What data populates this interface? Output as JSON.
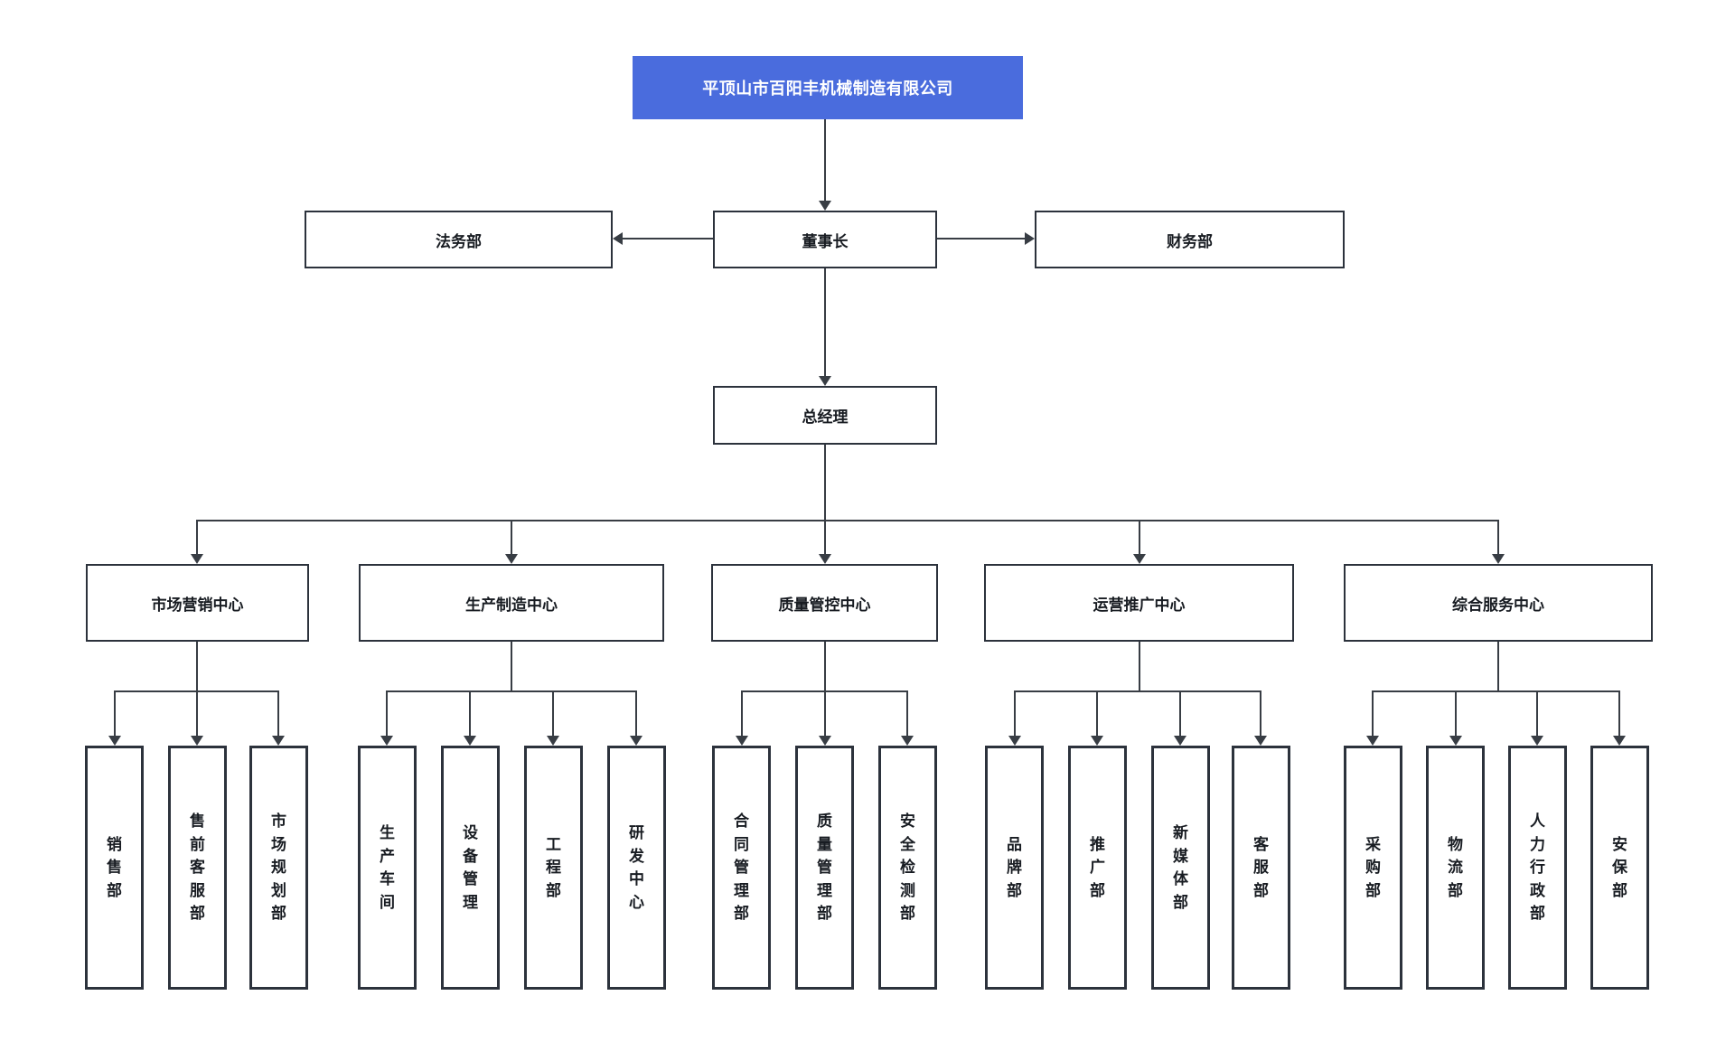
{
  "org": {
    "root": {
      "label": "平顶山市百阳丰机械制造有限公司"
    },
    "level2": {
      "left": "法务部",
      "center": "董事长",
      "right": "财务部"
    },
    "level3": {
      "label": "总经理"
    },
    "centers": [
      {
        "label": "市场营销中心",
        "departments": [
          "销售部",
          "售前客服部",
          "市场规划部"
        ]
      },
      {
        "label": "生产制造中心",
        "departments": [
          "生产车间",
          "设备管理",
          "工程部",
          "研发中心"
        ]
      },
      {
        "label": "质量管控中心",
        "departments": [
          "合同管理部",
          "质量管理部",
          "安全检测部"
        ]
      },
      {
        "label": "运营推广中心",
        "departments": [
          "品牌部",
          "推广部",
          "新媒体部",
          "客服部"
        ]
      },
      {
        "label": "综合服务中心",
        "departments": [
          "采购部",
          "物流部",
          "人力行政部",
          "安保部"
        ]
      }
    ],
    "colors": {
      "root_bg": "#4a6cdd",
      "root_text": "#ffffff",
      "box_border": "#2c323c",
      "line": "#383d44"
    }
  }
}
